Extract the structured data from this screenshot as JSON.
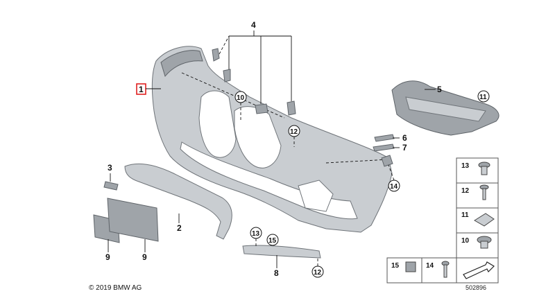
{
  "labels": {
    "p1": "1",
    "p2": "2",
    "p3": "3",
    "p4": "4",
    "p5": "5",
    "p6": "6",
    "p7": "7",
    "p8": "8",
    "p9a": "9",
    "p9b": "9",
    "c10": "10",
    "c11": "11",
    "c12a": "12",
    "c12b": "12",
    "c13": "13",
    "c14": "14",
    "c15": "15"
  },
  "small_parts": {
    "t13": "13",
    "t12": "12",
    "t11": "11",
    "t10": "10",
    "t15": "15",
    "t14": "14"
  },
  "footer": {
    "copyright": "© 2019 BMW AG",
    "ref_number": "502896"
  },
  "colors": {
    "highlight": "#e02020",
    "part_fill": "#c9cdd1"
  }
}
